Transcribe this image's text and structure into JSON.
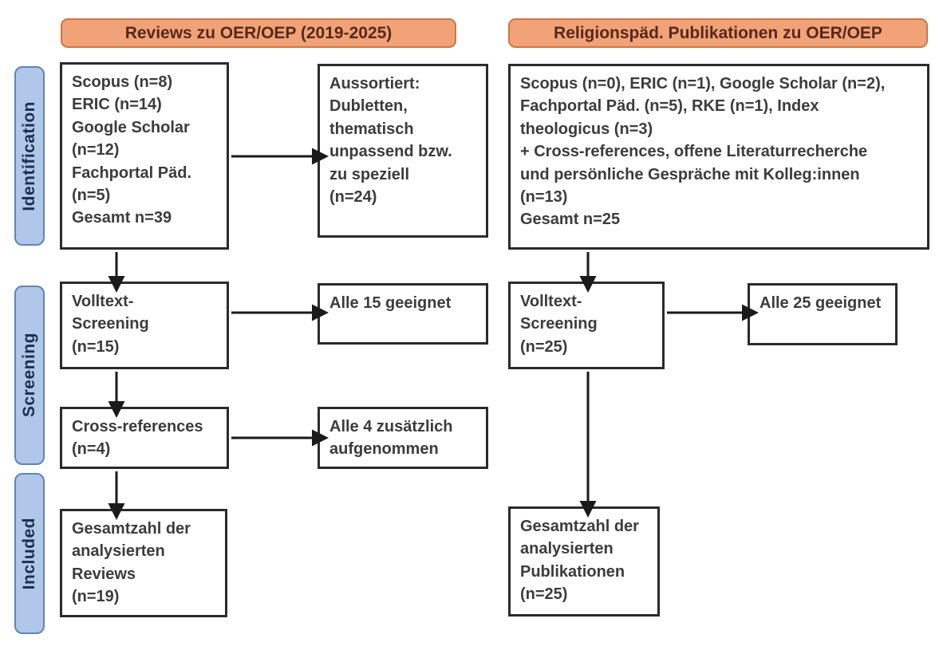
{
  "diagram": {
    "columns": [
      {
        "id": "reviews",
        "header": "Reviews zu OER/OEP (2019-2025)"
      },
      {
        "id": "religionspaed",
        "header": "Religionspäd. Publikationen zu OER/OEP"
      }
    ],
    "stages": [
      {
        "label": "Identification"
      },
      {
        "label": "Screening"
      },
      {
        "label": "Included"
      }
    ],
    "boxes": {
      "left_sources": [
        "Scopus (n=8)",
        "ERIC (n=14)",
        "Google Scholar",
        "(n=12)",
        "Fachportal Päd.",
        "(n=5)",
        "Gesamt n=39"
      ],
      "left_excluded": [
        "Aussortiert:",
        "Dubletten,",
        "thematisch",
        "unpassend bzw.",
        "zu speziell",
        "(n=24)"
      ],
      "right_sources": [
        "Scopus (n=0), ERIC (n=1), Google Scholar (n=2),",
        "Fachportal Päd. (n=5), RKE (n=1), Index",
        "theologicus (n=3)",
        "+ Cross-references, offene Literaturrecherche",
        "und persönliche Gespräche mit Kolleg:innen",
        "(n=13)",
        "Gesamt n=25"
      ],
      "left_fulltext": [
        "Volltext-",
        "Screening",
        "(n=15)"
      ],
      "left_eligible": [
        "Alle 15 geeignet"
      ],
      "left_crossref": [
        "Cross-references",
        "(n=4)"
      ],
      "left_added": [
        "Alle 4 zusätzlich",
        "aufgenommen"
      ],
      "left_total": [
        "Gesamtzahl der",
        "analysierten",
        "Reviews",
        "(n=19)"
      ],
      "right_fulltext": [
        "Volltext-",
        "Screening",
        "(n=25)"
      ],
      "right_eligible": [
        "Alle 25 geeignet"
      ],
      "right_total": [
        "Gesamtzahl der",
        "analysierten",
        "Publikationen",
        "(n=25)"
      ]
    },
    "colors": {
      "header_fill": "#f2a277",
      "header_border": "#cb7648",
      "header_text": "#55291b",
      "stage_fill": "#b0c7e9",
      "stage_border": "#5f85b5",
      "stage_text": "#1c2e4f",
      "box_border": "#2b2b2b",
      "box_text": "#3c3c3c",
      "arrow": "#1a1a1a",
      "background": "#ffffff"
    }
  }
}
